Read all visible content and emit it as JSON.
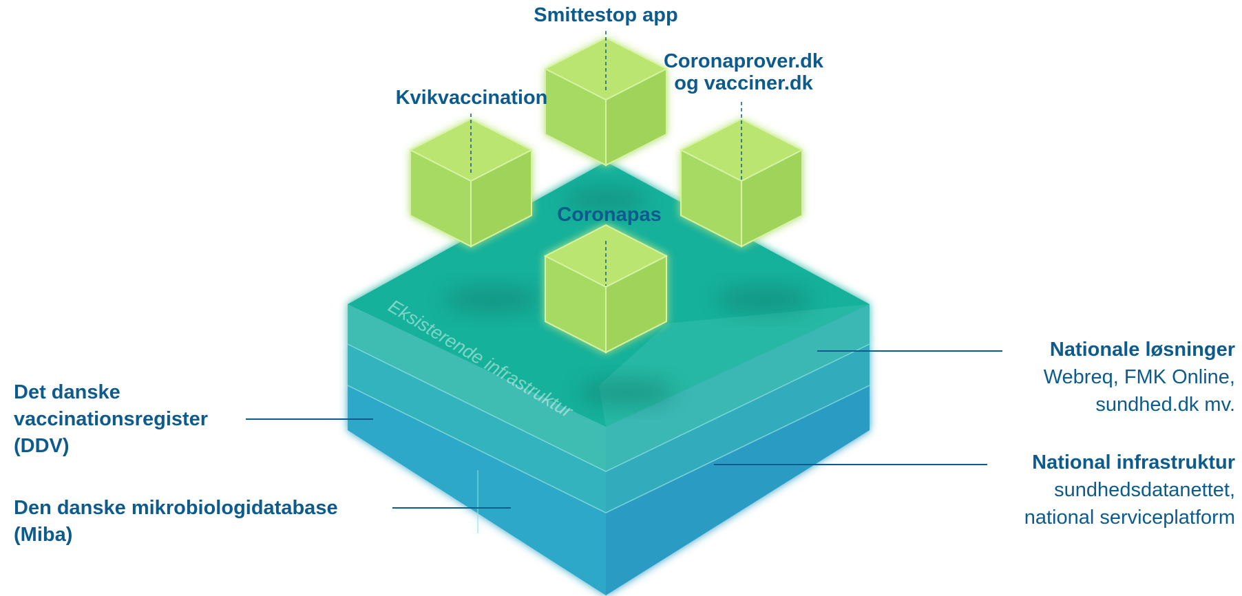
{
  "colors": {
    "label": "#0d5a8c",
    "cube": "#a9dd67",
    "top_layer": "#1fb39c",
    "mid_layer": "#2fb5b4",
    "bottom_layer": "#2a9fc6"
  },
  "layers": {
    "top_text": "Eksisterende infrastruktur"
  },
  "apps": {
    "smittestop": "Smittestop app",
    "coronaprover_line1": "Coronaprover.dk",
    "coronaprover_line2": "og vacciner.dk",
    "kvikvaccination": "Kvikvaccination",
    "coronapas": "Coronapas"
  },
  "left_labels": {
    "ddv_line1": "Det danske",
    "ddv_line2": "vaccinationsregister",
    "ddv_line3": "(DDV)",
    "miba_line1": "Den danske mikrobiologidatabase",
    "miba_line2": "(Miba)"
  },
  "right_labels": {
    "national_title": "Nationale løsninger",
    "national_sub1": "Webreq, FMK  Online,",
    "national_sub2": "sundhed.dk mv.",
    "infra_title": "National infrastruktur",
    "infra_sub1": "sundhedsdatanettet,",
    "infra_sub2": "national serviceplatform"
  }
}
